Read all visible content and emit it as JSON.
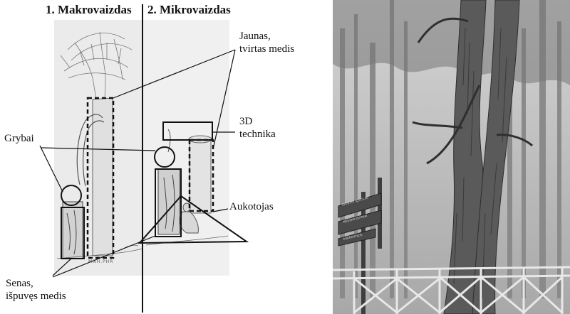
{
  "diagram": {
    "heading_macro": "1. Makrovaizdas",
    "heading_micro": "2. Mikrovaizdas",
    "labels": {
      "young_tree_1": "Jaunas,",
      "young_tree_2": "tvirtas medis",
      "technique_1": "3D",
      "technique_2": "technika",
      "fungi": "Grybai",
      "offerer": "Aukotojas",
      "old_tree_1": "Senas,",
      "old_tree_2": "išpuvęs medis"
    },
    "signature_text": "MNH.PHR"
  },
  "photo": {
    "sign_top": "ŠVENTAS ĄŽUOLAS",
    "sign_middle": "MEDŽIAI-DVYNIAI",
    "sign_bottom": "AUKŠTAITIJOS"
  }
}
